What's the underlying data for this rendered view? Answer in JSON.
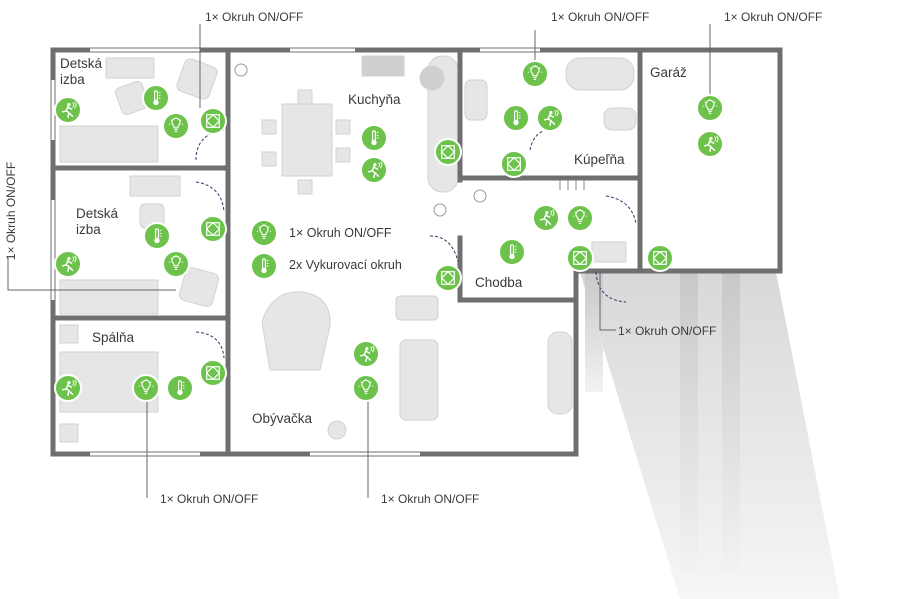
{
  "rooms": {
    "detska_1": "Detská\nizba",
    "detska_1_line1": "Detská",
    "detska_1_line2": "izba",
    "detska_2_line1": "Detská",
    "detska_2_line2": "izba",
    "spalna": "Spálňa",
    "kuchyna": "Kuchyňa",
    "obyvacka": "Obývačka",
    "kupelna": "Kúpeľňa",
    "chodba": "Chodba",
    "garaz": "Garáž"
  },
  "legend": {
    "light_circuit": "1× Okruh ON/OFF",
    "heating_circuit": "2x Vykurovací okruh"
  },
  "callouts": {
    "top_detska": "1× Okruh ON/OFF",
    "top_kupelna": "1× Okruh ON/OFF",
    "top_garaz": "1× Okruh ON/OFF",
    "left_detska": "1× Okruh ON/OFF",
    "chodba": "1× Okruh ON/OFF",
    "bottom_spalna": "1× Okruh ON/OFF",
    "bottom_obyvacka": "1× Okruh ON/OFF"
  },
  "colors": {
    "wall": "#6f6f6f",
    "furniture": "#e4e4e4",
    "sensor": "#6cc24a",
    "sensor_ring": "#ffffff",
    "door": "#2b3a67"
  },
  "icons": [
    "motion-sensor-icon",
    "thermometer-icon",
    "light-bulb-icon",
    "switch-icon"
  ]
}
